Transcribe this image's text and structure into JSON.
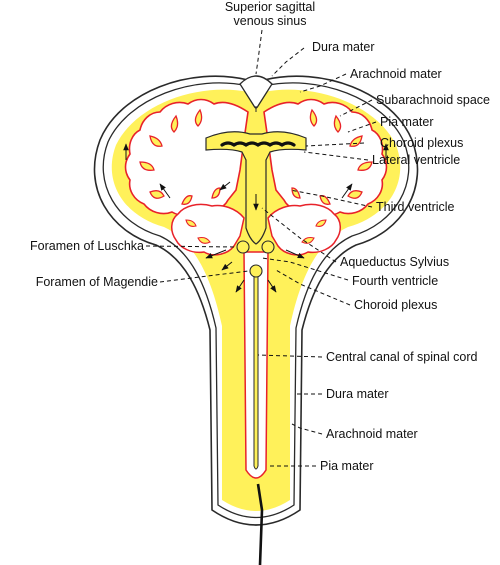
{
  "colors": {
    "csf_yellow": "#fff15a",
    "pia_red": "#e8222a",
    "outline": "#2a2a2a",
    "white": "#ffffff",
    "choroid": "#111111"
  },
  "labels": {
    "superior_sagittal_line1": "Superior sagittal",
    "superior_sagittal_line2": "venous sinus",
    "dura_mater_top": "Dura mater",
    "arachnoid_mater_top": "Arachnoid mater",
    "subarachnoid_space": "Subarachnoid space",
    "pia_mater_top": "Pia mater",
    "choroid_plexus_top": "Choroid plexus",
    "lateral_ventricle": "Lateral ventricle",
    "third_ventricle": "Third ventricle",
    "foramen_luschka": "Foramen of Luschka",
    "aqueductus_sylvius": "Aqueductus Sylvius",
    "foramen_magendie": "Foramen of Magendie",
    "fourth_ventricle": "Fourth ventricle",
    "choroid_plexus_bottom": "Choroid plexus",
    "central_canal": "Central canal of spinal cord",
    "dura_mater_bottom": "Dura mater",
    "arachnoid_mater_bottom": "Arachnoid mater",
    "pia_mater_bottom": "Pia mater"
  }
}
